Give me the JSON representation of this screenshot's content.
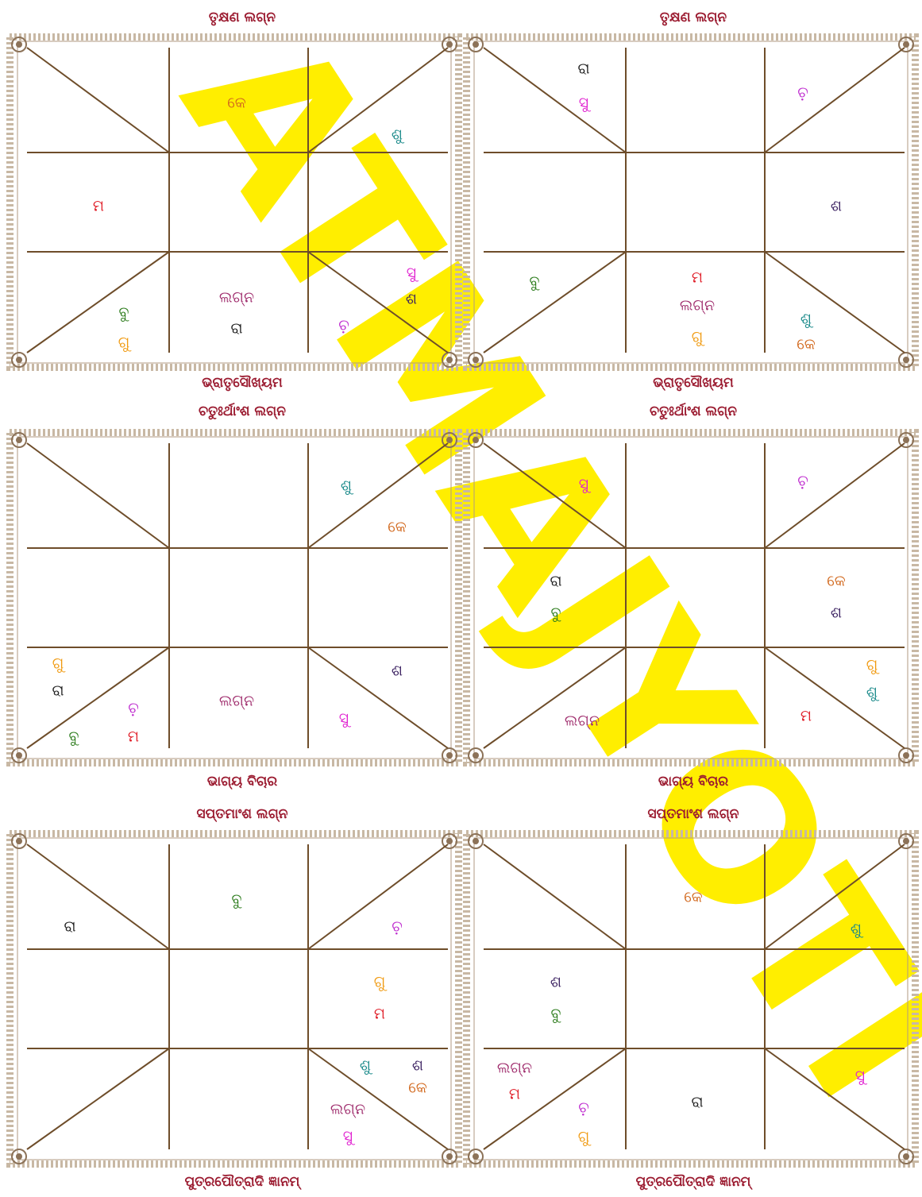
{
  "watermark": {
    "text": "ATMAJYOTI",
    "color": "#ffee00"
  },
  "colors": {
    "heading": "#9b1b30",
    "line": "#6e4d2a",
    "ke": "#d2691e",
    "shu": "#1a8a8a",
    "ma": "#e0202a",
    "su": "#e020d0",
    "sha": "#3a2060",
    "bu": "#2e7d1e",
    "gu": "#f09a10",
    "ra": "#222222",
    "cha": "#c030d0",
    "lagna": "#a02e6e"
  },
  "headings": [
    {
      "text": "ତୃକ୍ଷଣ ଲଗ୍ନ"
    },
    {
      "text": "ତୃକ୍ଷଣ ଲଗ୍ନ"
    },
    {
      "text": "ଭ୍ରାତୃସୌଖ୍ୟମ"
    },
    {
      "text": "ଭ୍ରାତୃସୌଖ୍ୟମ"
    },
    {
      "text": "ଚତୁଃର୍ଥାଂଶ ଲଗ୍ନ"
    },
    {
      "text": "ଚତୁଃର୍ଥାଂଶ ଲଗ୍ନ"
    },
    {
      "text": "ଭାଗ୍ୟ ବିଚାର"
    },
    {
      "text": "ଭାଗ୍ୟ ବିଚାର"
    },
    {
      "text": "ସପ୍ତମାଂଶ ଲଗ୍ନ"
    },
    {
      "text": "ସପ୍ତମାଂଶ ଲଗ୍ନ"
    },
    {
      "text": "ପୁତ୍ରପୌତ୍ରାଦି ଜ୍ଞାନମ୍"
    },
    {
      "text": "ପୁତ୍ରପୌତ୍ରାଦି ଜ୍ଞାନମ୍"
    }
  ],
  "charts": [
    {
      "planets": [
        {
          "text": "କେ",
          "color": "ke"
        },
        {
          "text": "ଶୁ",
          "color": "shu"
        },
        {
          "text": "ମ",
          "color": "ma"
        },
        {
          "text": "ସୁ",
          "color": "su"
        },
        {
          "text": "ଶ",
          "color": "sha"
        },
        {
          "text": "ଲଗ୍ନ",
          "color": "lagna"
        },
        {
          "text": "ରା",
          "color": "ra"
        },
        {
          "text": "ବୁ",
          "color": "bu"
        },
        {
          "text": "ଗୁ",
          "color": "gu"
        },
        {
          "text": "ଚ଼",
          "color": "cha"
        }
      ]
    },
    {
      "planets": [
        {
          "text": "ରା",
          "color": "ra"
        },
        {
          "text": "ସୁ",
          "color": "su"
        },
        {
          "text": "ଚ଼",
          "color": "cha"
        },
        {
          "text": "ଶ",
          "color": "sha"
        },
        {
          "text": "ବୁ",
          "color": "bu"
        },
        {
          "text": "ମ",
          "color": "ma"
        },
        {
          "text": "ଲଗ୍ନ",
          "color": "lagna"
        },
        {
          "text": "ଗୁ",
          "color": "gu"
        },
        {
          "text": "ଶୁ",
          "color": "shu"
        },
        {
          "text": "କେ",
          "color": "ke"
        }
      ]
    },
    {
      "planets": [
        {
          "text": "ଶୁ",
          "color": "shu"
        },
        {
          "text": "କେ",
          "color": "ke"
        },
        {
          "text": "ଗୁ",
          "color": "gu"
        },
        {
          "text": "ରା",
          "color": "ra"
        },
        {
          "text": "ଚ଼",
          "color": "cha"
        },
        {
          "text": "ବୁ",
          "color": "bu"
        },
        {
          "text": "ମ",
          "color": "ma"
        },
        {
          "text": "ଲଗ୍ନ",
          "color": "lagna"
        },
        {
          "text": "ଶ",
          "color": "sha"
        },
        {
          "text": "ସୁ",
          "color": "su"
        }
      ]
    },
    {
      "planets": [
        {
          "text": "ସୁ",
          "color": "su"
        },
        {
          "text": "ଚ଼",
          "color": "cha"
        },
        {
          "text": "ରା",
          "color": "ra"
        },
        {
          "text": "ବୁ",
          "color": "bu"
        },
        {
          "text": "କେ",
          "color": "ke"
        },
        {
          "text": "ଶ",
          "color": "sha"
        },
        {
          "text": "ଗୁ",
          "color": "gu"
        },
        {
          "text": "ଶୁ",
          "color": "shu"
        },
        {
          "text": "ଲଗ୍ନ",
          "color": "lagna"
        },
        {
          "text": "ମ",
          "color": "ma"
        }
      ]
    },
    {
      "planets": [
        {
          "text": "ବୁ",
          "color": "bu"
        },
        {
          "text": "ରା",
          "color": "ra"
        },
        {
          "text": "ଚ଼",
          "color": "cha"
        },
        {
          "text": "ଗୁ",
          "color": "gu"
        },
        {
          "text": "ମ",
          "color": "ma"
        },
        {
          "text": "ଶୁ",
          "color": "shu"
        },
        {
          "text": "ଶ",
          "color": "sha"
        },
        {
          "text": "କେ",
          "color": "ke"
        },
        {
          "text": "ଲଗ୍ନ",
          "color": "lagna"
        },
        {
          "text": "ସୁ",
          "color": "su"
        }
      ]
    },
    {
      "planets": [
        {
          "text": "କେ",
          "color": "ke"
        },
        {
          "text": "ଶୁ",
          "color": "shu"
        },
        {
          "text": "ଶ",
          "color": "sha"
        },
        {
          "text": "ବୁ",
          "color": "bu"
        },
        {
          "text": "ଲଗ୍ନ",
          "color": "lagna"
        },
        {
          "text": "ମ",
          "color": "ma"
        },
        {
          "text": "ସୁ",
          "color": "su"
        },
        {
          "text": "ରା",
          "color": "ra"
        },
        {
          "text": "ଚ଼",
          "color": "cha"
        },
        {
          "text": "ଗୁ",
          "color": "gu"
        }
      ]
    }
  ]
}
